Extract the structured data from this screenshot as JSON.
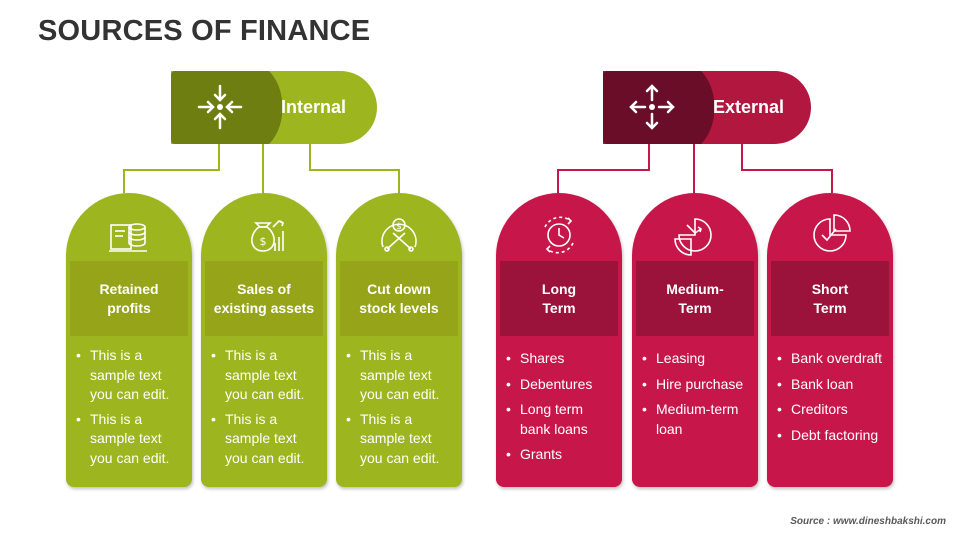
{
  "title": "SOURCES OF FINANCE",
  "source": "Source : www.dineshbakshi.com",
  "colors": {
    "green": "#9db51e",
    "green_dark": "#6f7e10",
    "green_band": "#96a41a",
    "red": "#c7174a",
    "red_dark": "#6a0d28",
    "red_band": "#9b133a"
  },
  "internal": {
    "label": "Internal",
    "icon": "arrows-inward-icon",
    "cards": [
      {
        "title": "Retained\nprofits",
        "icon": "coins-document-icon",
        "bullets": [
          "This is a sample text you can edit.",
          "This is a sample text you can edit."
        ]
      },
      {
        "title": "Sales of\nexisting assets",
        "icon": "money-bag-growth-icon",
        "bullets": [
          "This is a sample text you can edit.",
          "This is a sample text you can edit."
        ]
      },
      {
        "title": "Cut down\nstock levels",
        "icon": "dollar-gauge-icon",
        "bullets": [
          "This is a sample text you can edit.",
          "This is a sample text you can edit."
        ]
      }
    ]
  },
  "external": {
    "label": "External",
    "icon": "arrows-outward-icon",
    "cards": [
      {
        "title": "Long\nTerm",
        "icon": "clock-cycle-icon",
        "bullets": [
          "Shares",
          "Debentures",
          "Long term bank loans",
          "Grants"
        ]
      },
      {
        "title": "Medium-\nTerm",
        "icon": "pie-arrow-icon",
        "bullets": [
          "Leasing",
          "Hire purchase",
          "Medium-term loan"
        ]
      },
      {
        "title": "Short\nTerm",
        "icon": "pie-check-icon",
        "bullets": [
          "Bank overdraft",
          "Bank loan",
          "Creditors",
          "Debt factoring"
        ]
      }
    ]
  }
}
